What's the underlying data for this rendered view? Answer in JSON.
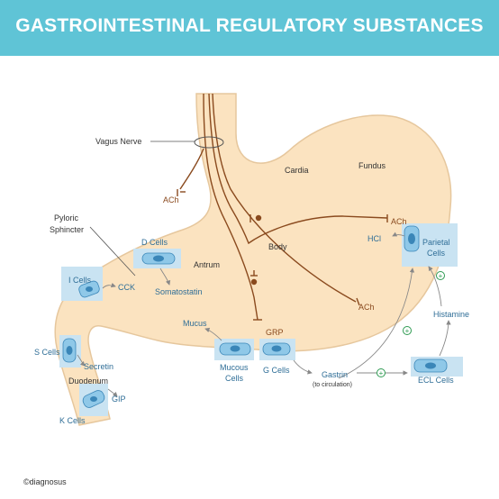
{
  "title": "GASTROINTESTINAL REGULATORY SUBSTANCES",
  "colors": {
    "banner": "#5fc4d6",
    "stomach_fill": "#fbe3c0",
    "stomach_stroke": "#e6c79d",
    "cell_box": "#c9e3f2",
    "cell_body": "#8fc8e8",
    "nucleus": "#3a86b8",
    "substance_text": "#2f6e97",
    "neural_text": "#8a4a1e",
    "nerve": "#8a4a1e",
    "stimulate": "#2e9b52"
  },
  "regions": {
    "cardia": "Cardia",
    "fundus": "Fundus",
    "body": "Body",
    "antrum": "Antrum",
    "duodenum": "Duodenum",
    "pyloric_sphincter_line1": "Pyloric",
    "pyloric_sphincter_line2": "Sphincter",
    "vagus_nerve": "Vagus Nerve"
  },
  "cells": {
    "d_cells": "D Cells",
    "i_cells": "I Cells",
    "s_cells": "S Cells",
    "k_cells": "K Cells",
    "mucous_line1": "Mucous",
    "mucous_line2": "Cells",
    "g_cells": "G Cells",
    "ecl_cells": "ECL Cells",
    "parietal_line1": "Parietal",
    "parietal_line2": "Cells"
  },
  "substances": {
    "somatostatin": "Somatostatin",
    "cck": "CCK",
    "secretin": "Secretin",
    "gip": "GIP",
    "mucus": "Mucus",
    "hcl": "HCl",
    "histamine": "Histamine",
    "gastrin": "Gastrin",
    "gastrin_note": "(to circulation)"
  },
  "neural": {
    "ach_left": "ACh",
    "ach_upper": "ACh",
    "ach_lower": "ACh",
    "grp": "GRP"
  },
  "stimulation_marks": [
    "+",
    "+",
    "+"
  ],
  "credit": "©diagnosus"
}
